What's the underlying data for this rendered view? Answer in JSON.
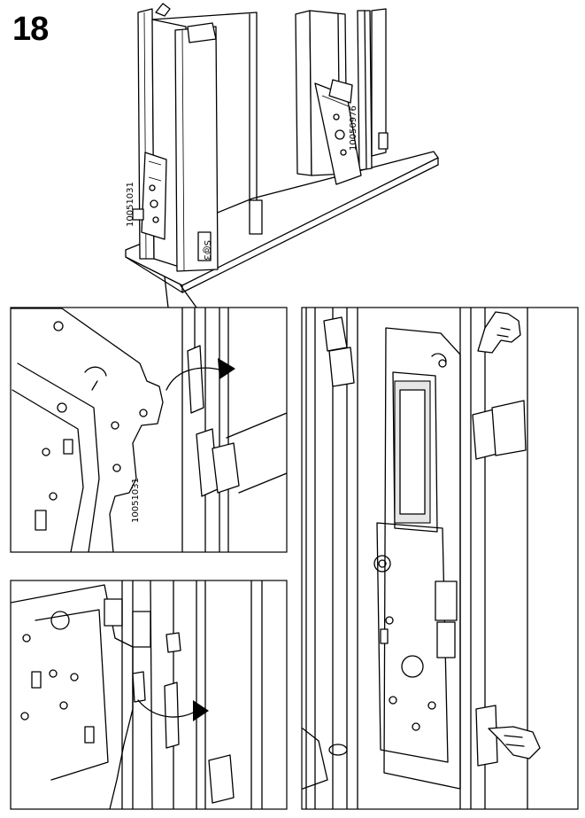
{
  "step_number": "18",
  "part_labels": {
    "overview_left": "10051031",
    "overview_right": "10050976",
    "detail_hinge": "10051031"
  }
}
